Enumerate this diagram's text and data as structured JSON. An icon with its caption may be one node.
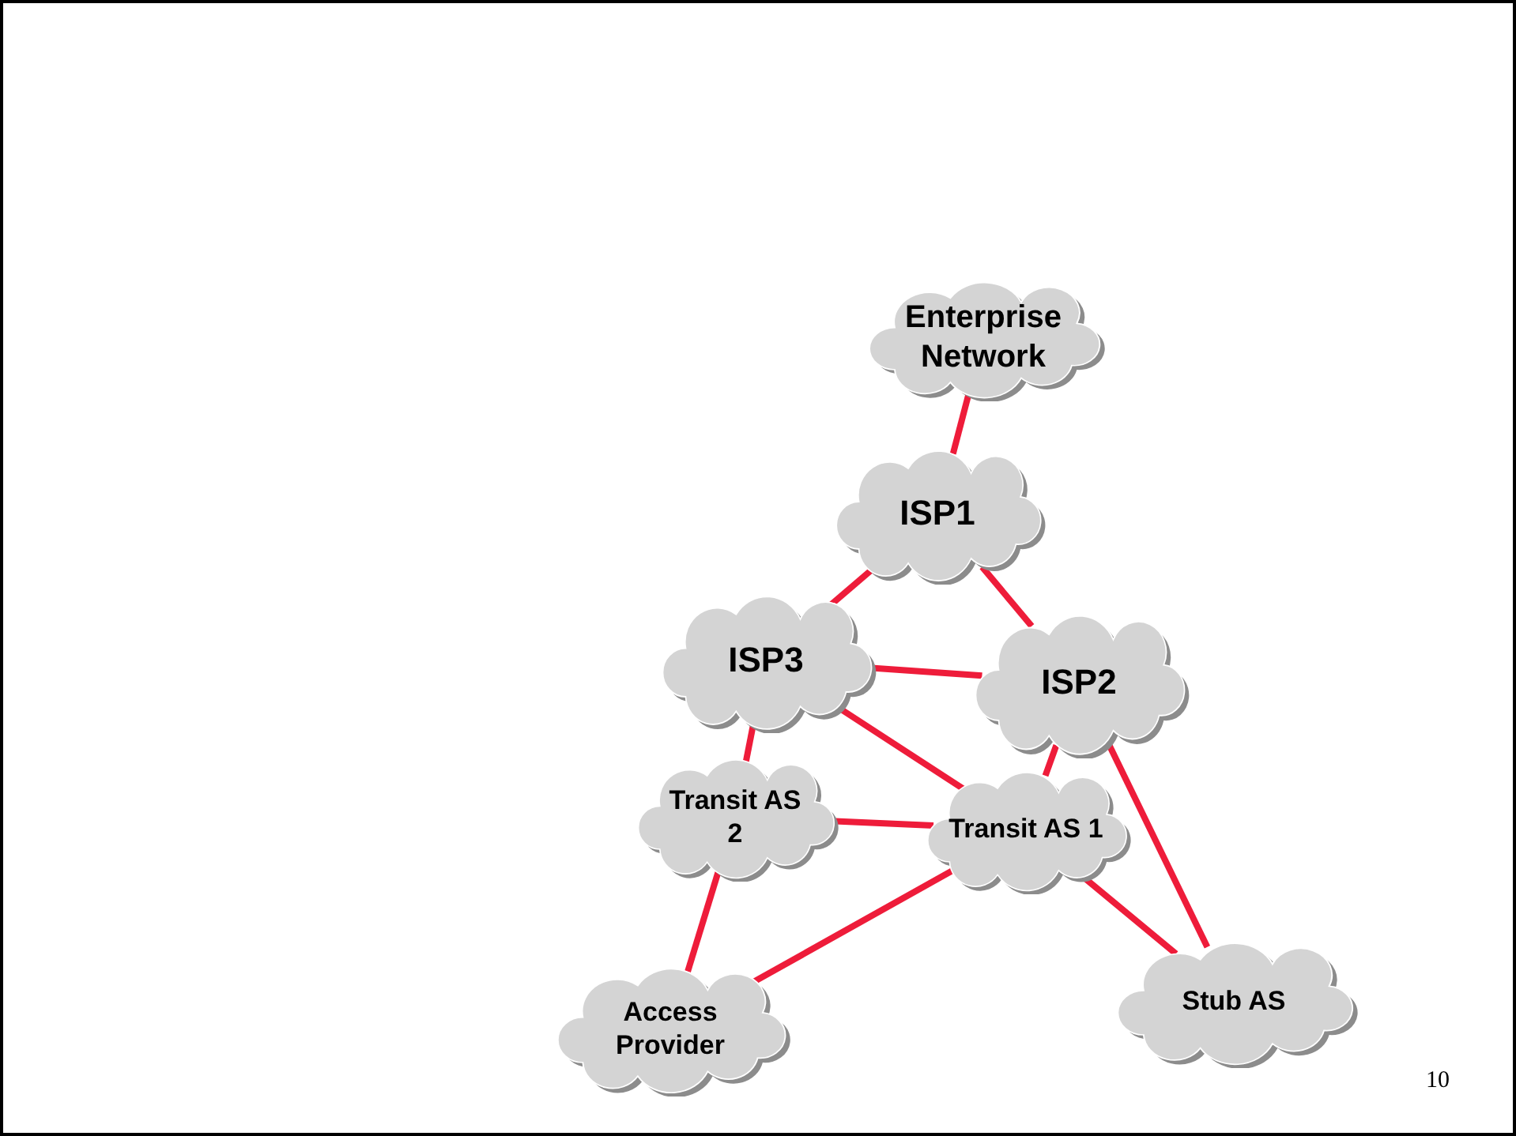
{
  "diagram": {
    "nodes": [
      {
        "text": [
          "Enterprise Network"
        ]
      },
      {
        "text": [
          "ISP1"
        ]
      },
      {
        "text": [
          "ISP3"
        ]
      },
      {
        "text": [
          "ISP2"
        ]
      },
      {
        "text": [
          "Transit AS 2"
        ]
      },
      {
        "text": [
          "Transit AS 1"
        ]
      },
      {
        "text": [
          "Access Provider"
        ]
      },
      {
        "text": [
          "Stub AS"
        ]
      }
    ],
    "edges": [
      {
        "from": 0,
        "to": 1,
        "arrow": "none"
      },
      {
        "from": 1,
        "to": 2,
        "arrow": "none"
      },
      {
        "from": 1,
        "to": 3,
        "arrow": "none"
      },
      {
        "from": 2,
        "to": 3,
        "arrow": "none"
      },
      {
        "from": 2,
        "to": 4,
        "arrow": "none"
      },
      {
        "from": 2,
        "to": 5,
        "arrow": "none"
      },
      {
        "from": 3,
        "to": 5,
        "arrow": "none"
      },
      {
        "from": 3,
        "to": 7,
        "arrow": "none"
      },
      {
        "from": 4,
        "to": 5,
        "arrow": "none"
      },
      {
        "from": 4,
        "to": 6,
        "arrow": "none"
      },
      {
        "from": 5,
        "to": 6,
        "arrow": "none"
      },
      {
        "from": 5,
        "to": 7,
        "arrow": "none"
      }
    ],
    "labels": [
      "10"
    ]
  }
}
